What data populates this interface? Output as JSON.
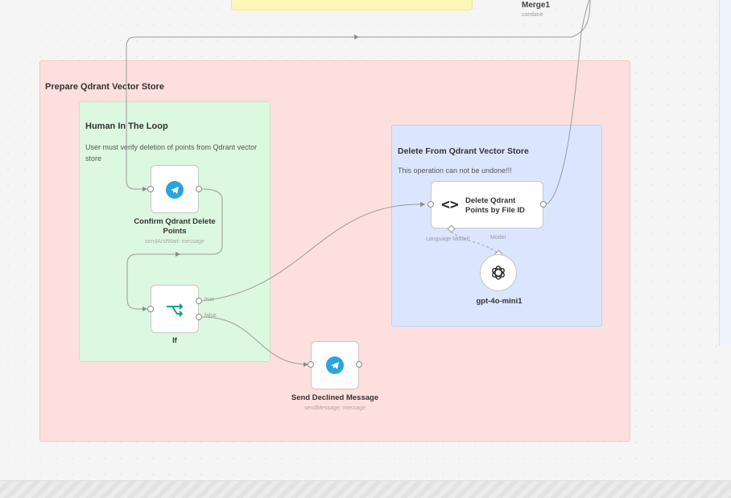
{
  "canvas": {
    "merge_node": {
      "name": "Merge1",
      "subtitle": "combine"
    }
  },
  "groups": {
    "prepare": {
      "title": "Prepare Qdrant Vector Store"
    },
    "human": {
      "title": "Human In The Loop",
      "description": "User must verify deletion of points from Qdrant vector store"
    },
    "delete": {
      "title": "Delete From Qdrant Vector Store",
      "description": "This operation can not be undone!!!"
    }
  },
  "nodes": {
    "confirm": {
      "label": "Confirm Qdrant Delete Points",
      "subtitle": "sendAndWait: message",
      "icon": "telegram-icon"
    },
    "if": {
      "label": "If",
      "port_true": "true",
      "port_false": "false",
      "icon": "if-branch-icon"
    },
    "declined": {
      "label": "Send Declined Message",
      "subtitle": "sendMessage: message",
      "icon": "telegram-icon"
    },
    "delete_points": {
      "label": "Delete Qdrant Points by File ID",
      "port_language_model": "Language Model*",
      "port_model": "Model",
      "icon": "code-icon"
    },
    "gpt": {
      "label": "gpt-4o-mini1",
      "icon": "openai-icon"
    }
  },
  "colors": {
    "prepare_bg": "#fde0dd",
    "human_bg": "#dcf8e0",
    "delete_bg": "#dbe6fe",
    "telegram": "#2aa4de"
  }
}
